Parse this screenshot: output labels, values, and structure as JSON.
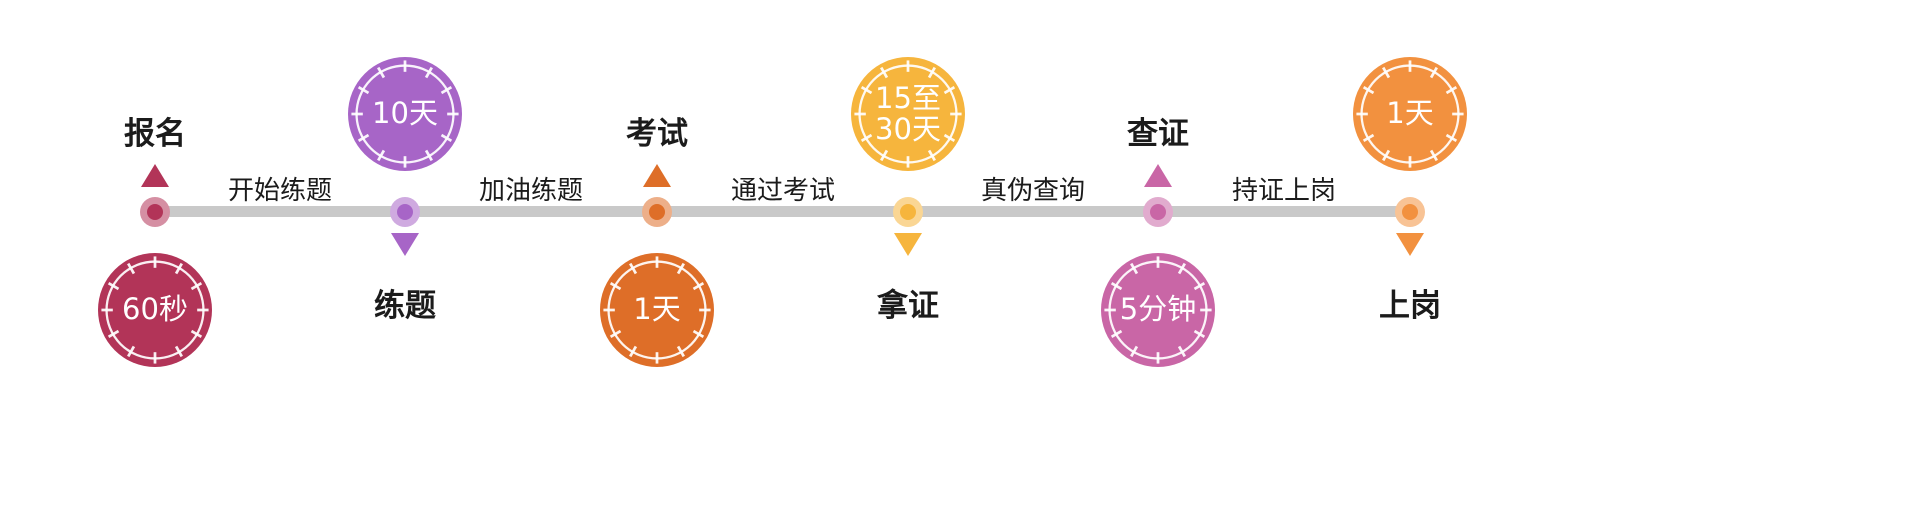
{
  "timeline": {
    "bar_color": "#c9c9c9",
    "nodes": [
      {
        "label": "报名",
        "duration": "60秒",
        "color": "#b23458"
      },
      {
        "label": "练题",
        "duration": "10天",
        "color": "#a765c7"
      },
      {
        "label": "考试",
        "duration": "1天",
        "color": "#de6e28"
      },
      {
        "label": "拿证",
        "duration": "15至\n30天",
        "color": "#f6b53d"
      },
      {
        "label": "查证",
        "duration": "5分钟",
        "color": "#c966a6"
      },
      {
        "label": "上岗",
        "duration": "1天",
        "color": "#f2913f"
      }
    ],
    "segments": [
      {
        "label": "开始练题"
      },
      {
        "label": "加油练题"
      },
      {
        "label": "通过考试"
      },
      {
        "label": "真伪查询"
      },
      {
        "label": "持证上岗"
      }
    ]
  }
}
